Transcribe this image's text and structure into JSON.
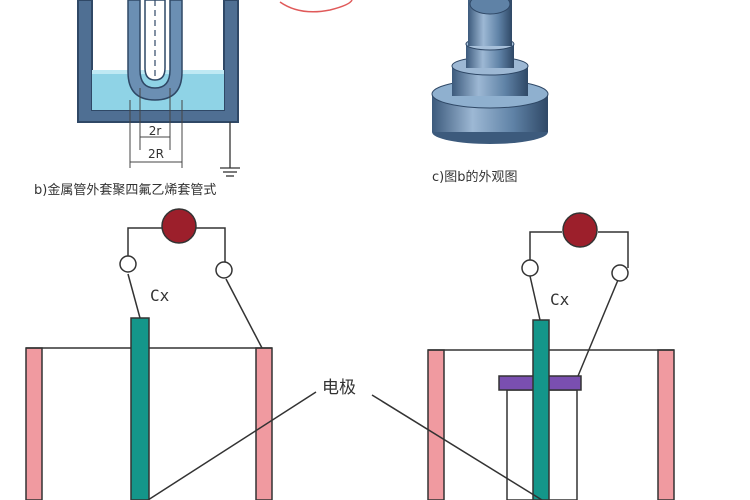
{
  "captions": {
    "fig_b": "b)金属管外套聚四氟乙烯套管式",
    "fig_c": "c)图b的外观图"
  },
  "dimensions": {
    "inner_diameter": "2r",
    "outer_diameter": "2R"
  },
  "labels": {
    "capacitance_left": "Cx",
    "capacitance_right": "Cx",
    "electrode": "电极"
  },
  "colors": {
    "liquid": "#8fd3e6",
    "sleeve": "#6b8fb3",
    "metal_body": "#6688aa",
    "tank_wall": "#f09aa0",
    "electrode": "#14968a",
    "insulator": "#7a4fb0",
    "meter": "#9c1f2b",
    "annotation_circle": "#e05a5a"
  }
}
